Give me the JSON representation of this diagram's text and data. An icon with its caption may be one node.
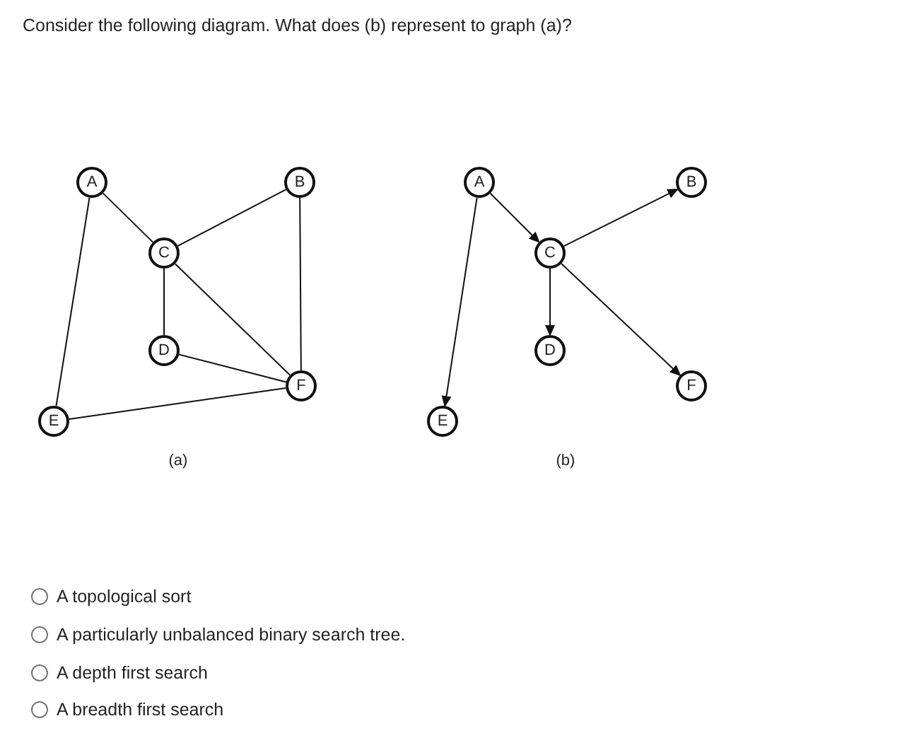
{
  "diagram": {
    "title": "Consider the following diagram. What does (b) represent to graph (a)?",
    "nodes": [
      {
        "text": [
          "A"
        ]
      },
      {
        "text": [
          "B"
        ]
      },
      {
        "text": [
          "C"
        ]
      },
      {
        "text": [
          "D"
        ]
      },
      {
        "text": [
          "F"
        ]
      },
      {
        "text": [
          "E"
        ]
      },
      {
        "text": [
          "A"
        ]
      },
      {
        "text": [
          "B"
        ]
      },
      {
        "text": [
          "C"
        ]
      },
      {
        "text": [
          "D"
        ]
      },
      {
        "text": [
          "F"
        ]
      },
      {
        "text": [
          "E"
        ]
      }
    ],
    "edges": [
      {
        "from": 0,
        "to": 2,
        "arrow": "none"
      },
      {
        "from": 0,
        "to": 5,
        "arrow": "none"
      },
      {
        "from": 2,
        "to": 1,
        "arrow": "none"
      },
      {
        "from": 2,
        "to": 3,
        "arrow": "none"
      },
      {
        "from": 2,
        "to": 4,
        "arrow": "none"
      },
      {
        "from": 1,
        "to": 4,
        "arrow": "none"
      },
      {
        "from": 3,
        "to": 4,
        "arrow": "none"
      },
      {
        "from": 5,
        "to": 4,
        "arrow": "none"
      },
      {
        "from": 6,
        "to": 8,
        "arrow": "to"
      },
      {
        "from": 6,
        "to": 11,
        "arrow": "to"
      },
      {
        "from": 8,
        "to": 7,
        "arrow": "to"
      },
      {
        "from": 8,
        "to": 9,
        "arrow": "to"
      },
      {
        "from": 8,
        "to": 10,
        "arrow": "to"
      }
    ],
    "labels": [
      "(a)",
      "(b)",
      "A topological sort",
      "A particularly unbalanced binary search tree.",
      "A depth first search",
      "A breadth first search"
    ]
  }
}
